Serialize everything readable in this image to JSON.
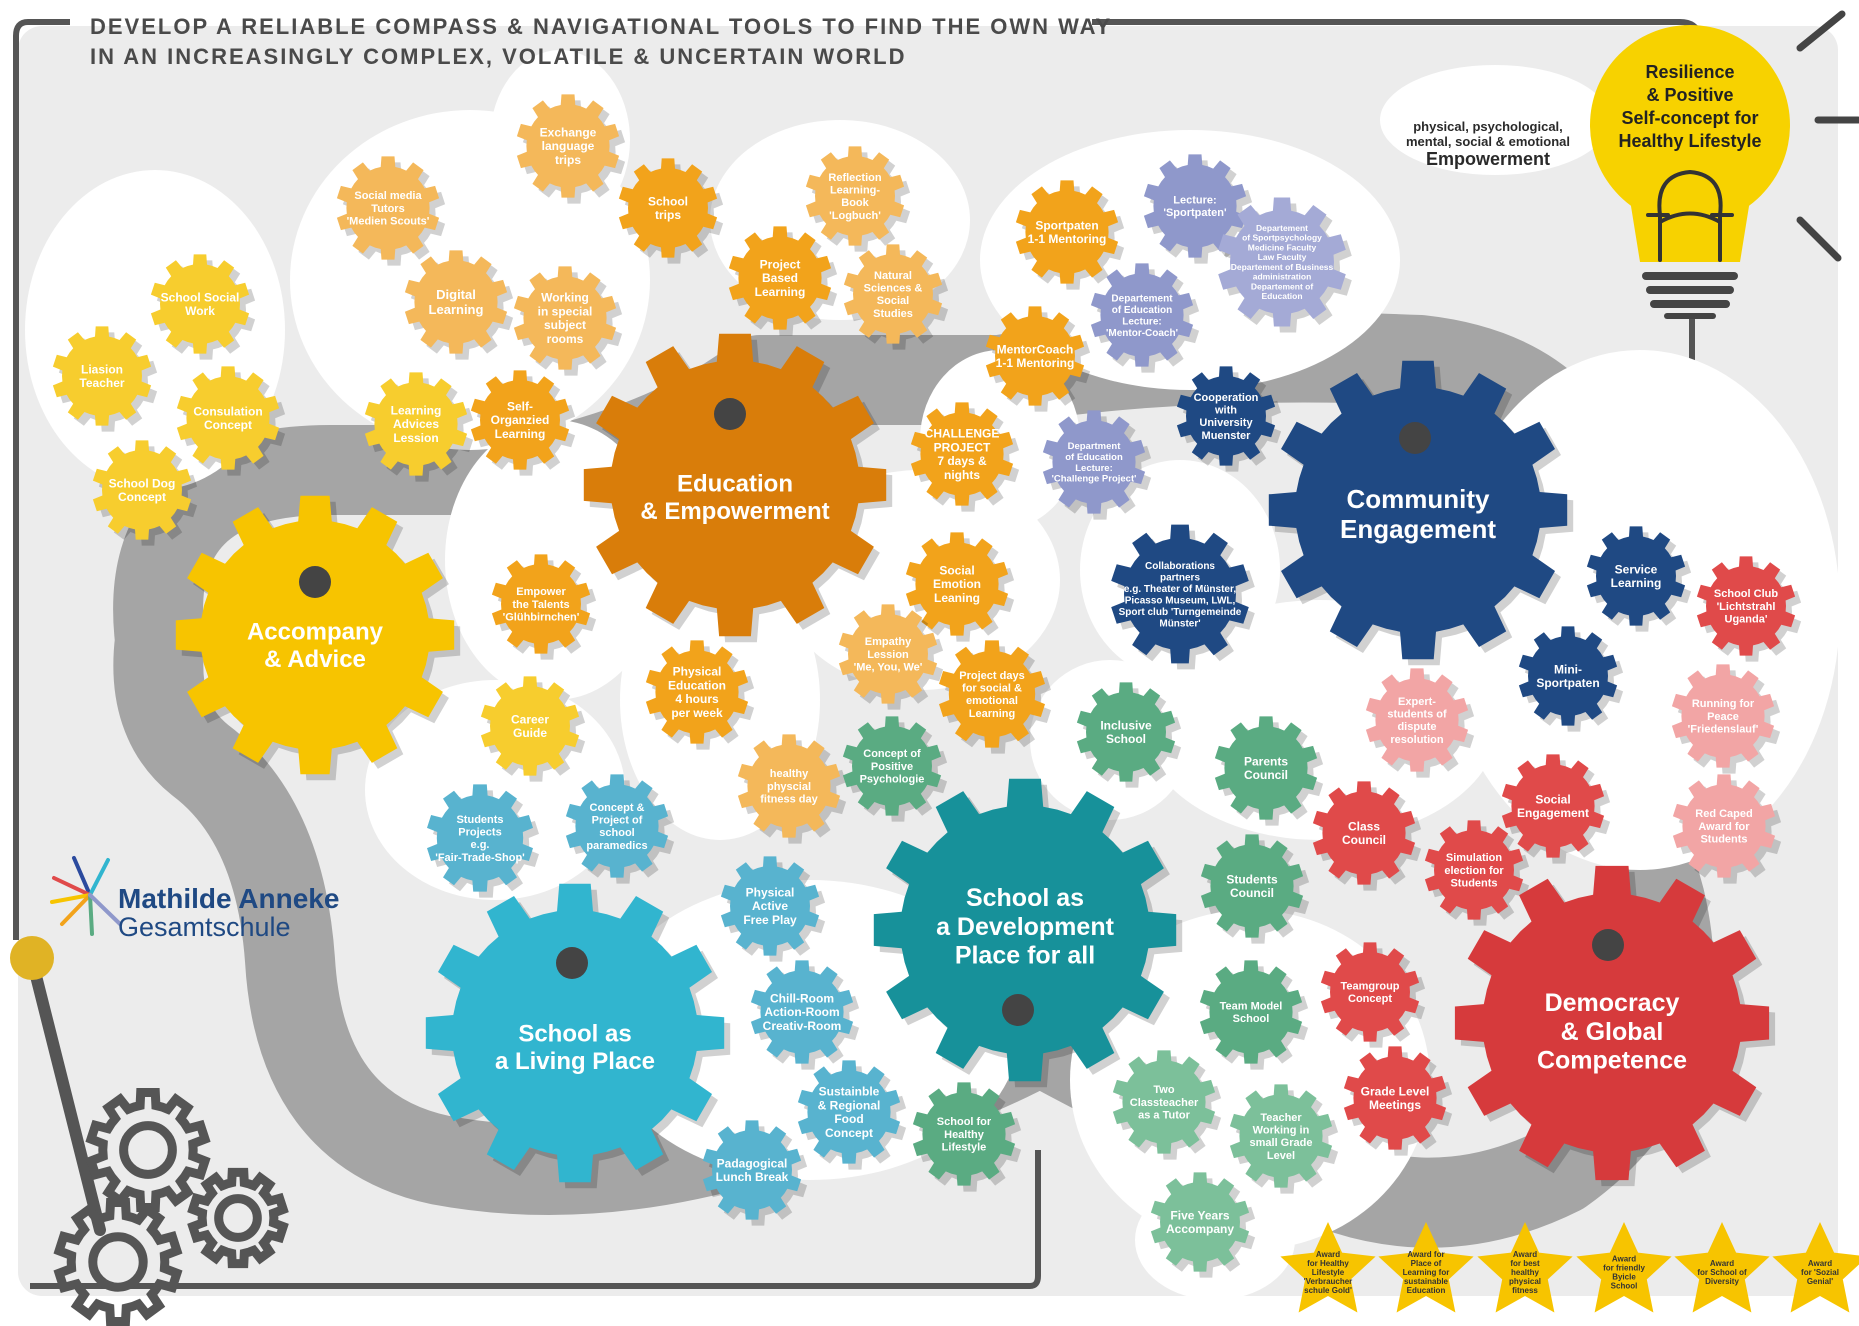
{
  "header": {
    "title_line1": "DEVELOP A RELIABLE COMPASS & NAVIGATIONAL TOOLS TO FIND THE OWN WAY",
    "title_line2": "IN AN INCREASINGLY COMPLEX, VOLATILE & UNCERTAIN WORLD"
  },
  "empowerment_note": {
    "line1": "physical, psychological,",
    "line2": "mental, social & emotional",
    "emphasis": "Empowerment"
  },
  "bulb": {
    "line1": "Resilience",
    "line2": "& Positive",
    "line3": "Self-concept for",
    "line4": "Healthy Lifestyle"
  },
  "logo": {
    "name_line1": "Mathilde Anneke",
    "name_line2": "Gesamtschule"
  },
  "main_gears": [
    {
      "id": "accompany",
      "lines": [
        "Accompany",
        "& Advice"
      ],
      "color": "#f7c400"
    },
    {
      "id": "education",
      "lines": [
        "Education",
        "& Empowerment"
      ],
      "color": "#d97d0a"
    },
    {
      "id": "community",
      "lines": [
        "Community",
        "Engagement"
      ],
      "color": "#1f4983"
    },
    {
      "id": "living",
      "lines": [
        "School as",
        "a Living Place"
      ],
      "color": "#31b5cf"
    },
    {
      "id": "development",
      "lines": [
        "School as",
        "a Development",
        "Place for all"
      ],
      "color": "#17919a"
    },
    {
      "id": "democracy",
      "lines": [
        "Democracy",
        "& Global",
        "Competence"
      ],
      "color": "#d63a3c"
    }
  ],
  "small_gears": [
    {
      "lines": [
        "Liasion",
        "Teacher"
      ],
      "color": "#f7cd2e"
    },
    {
      "lines": [
        "School Social",
        "Work"
      ],
      "color": "#f7cd2e"
    },
    {
      "lines": [
        "Consulation",
        "Concept"
      ],
      "color": "#f7cd2e"
    },
    {
      "lines": [
        "School Dog",
        "Concept"
      ],
      "color": "#f7cd2e"
    },
    {
      "lines": [
        "Social media",
        "Tutors",
        "'Medien Scouts'"
      ],
      "color": "#f4b85a"
    },
    {
      "lines": [
        "Digital",
        "Learning"
      ],
      "color": "#f4b85a"
    },
    {
      "lines": [
        "Working",
        "in special",
        "subject",
        "rooms"
      ],
      "color": "#f4b85a"
    },
    {
      "lines": [
        "Exchange",
        "language",
        "trips"
      ],
      "color": "#f4b85a"
    },
    {
      "lines": [
        "School",
        "trips"
      ],
      "color": "#f2a31b"
    },
    {
      "lines": [
        "Learning",
        "Advices",
        "Lession"
      ],
      "color": "#f7cd2e"
    },
    {
      "lines": [
        "Self-",
        "Organzied",
        "Learning"
      ],
      "color": "#f2a31b"
    },
    {
      "lines": [
        "Reflection",
        "Learning-",
        "Book",
        "'Logbuch'"
      ],
      "color": "#f4b85a"
    },
    {
      "lines": [
        "Project",
        "Based",
        "Learning"
      ],
      "color": "#f2a31b"
    },
    {
      "lines": [
        "Natural",
        "Sciences &",
        "Social",
        "Studies"
      ],
      "color": "#f4b85a"
    },
    {
      "lines": [
        "Sportpaten",
        "1-1 Mentoring"
      ],
      "color": "#f2a31b"
    },
    {
      "lines": [
        "MentorCoach",
        "1-1 Mentoring"
      ],
      "color": "#f2a31b"
    },
    {
      "lines": [
        "CHALLENGE",
        "PROJECT",
        "7 days &",
        "nights"
      ],
      "color": "#f2a31b"
    },
    {
      "lines": [
        "Lecture:",
        "'Sportpaten'"
      ],
      "color": "#8f98cb"
    },
    {
      "lines": [
        "Departement",
        "of Sportpsychology",
        "Medicine Faculty",
        "Law Faculty",
        "Departement of Business",
        "administration",
        "Departement of",
        "Education"
      ],
      "color": "#a4aad6"
    },
    {
      "lines": [
        "Departement",
        "of Education",
        "Lecture:",
        "'Mentor-Coach'"
      ],
      "color": "#8f98cb"
    },
    {
      "lines": [
        "Cooperation",
        "with",
        "University",
        "Muenster"
      ],
      "color": "#1f4983"
    },
    {
      "lines": [
        "Department",
        "of Education",
        "Lecture:",
        "'Challenge Project'"
      ],
      "color": "#8f98cb"
    },
    {
      "lines": [
        "Collaborations",
        "partners",
        "e.g. Theater of Münster,",
        "Picasso Museum, LWL,",
        "Sport club 'Turngemeinde",
        "Münster'"
      ],
      "color": "#1f4983"
    },
    {
      "lines": [
        "Empower",
        "the Talents",
        "'Glühbirnchen'"
      ],
      "color": "#f2a31b"
    },
    {
      "lines": [
        "Career",
        "Guide"
      ],
      "color": "#f7cd2e"
    },
    {
      "lines": [
        "Social",
        "Emotion",
        "Leaning"
      ],
      "color": "#f2a31b"
    },
    {
      "lines": [
        "Empathy",
        "Lession",
        "'Me, You, We'"
      ],
      "color": "#f4b85a"
    },
    {
      "lines": [
        "Project days",
        "for social &",
        "emotional",
        "Learning"
      ],
      "color": "#f2a31b"
    },
    {
      "lines": [
        "Physical",
        "Education",
        "4 hours",
        "per week"
      ],
      "color": "#f2a31b"
    },
    {
      "lines": [
        "healthy",
        "physcial",
        "fitness day"
      ],
      "color": "#f4b85a"
    },
    {
      "lines": [
        "Concept of",
        "Positive",
        "Psychologie"
      ],
      "color": "#5aab82"
    },
    {
      "lines": [
        "Inclusive",
        "School"
      ],
      "color": "#5aab82"
    },
    {
      "lines": [
        "Students",
        "Projects",
        "e.g.",
        "'Fair-Trade-Shop'"
      ],
      "color": "#58b3cf"
    },
    {
      "lines": [
        "Concept &",
        "Project of",
        "school",
        "paramedics"
      ],
      "color": "#58b3cf"
    },
    {
      "lines": [
        "Physical",
        "Active",
        "Free Play"
      ],
      "color": "#58b3cf"
    },
    {
      "lines": [
        "Chill-Room",
        "Action-Room",
        "Creativ-Room"
      ],
      "color": "#58b3cf"
    },
    {
      "lines": [
        "Sustainble",
        "& Regional",
        "Food",
        "Concept"
      ],
      "color": "#58b3cf"
    },
    {
      "lines": [
        "Padagogical",
        "Lunch Break"
      ],
      "color": "#58b3cf"
    },
    {
      "lines": [
        "School for",
        "Healthy",
        "Lifestyle"
      ],
      "color": "#5aab82"
    },
    {
      "lines": [
        "Service",
        "Learning"
      ],
      "color": "#1f4983"
    },
    {
      "lines": [
        "School Club",
        "'Lichtstrahl",
        "Uganda'"
      ],
      "color": "#e04a4a"
    },
    {
      "lines": [
        "Mini-",
        "Sportpaten"
      ],
      "color": "#1f4983"
    },
    {
      "lines": [
        "Expert-",
        "students of",
        "dispute",
        "resolution"
      ],
      "color": "#f2a5a5"
    },
    {
      "lines": [
        "Running for",
        "Peace",
        "'Friedenslauf'"
      ],
      "color": "#f2a5a5"
    },
    {
      "lines": [
        "Parents",
        "Council"
      ],
      "color": "#5aab82"
    },
    {
      "lines": [
        "Class",
        "Council"
      ],
      "color": "#e04a4a"
    },
    {
      "lines": [
        "Social",
        "Engagement"
      ],
      "color": "#e04a4a"
    },
    {
      "lines": [
        "Red Caped",
        "Award for",
        "Students"
      ],
      "color": "#f2a5a5"
    },
    {
      "lines": [
        "Students",
        "Council"
      ],
      "color": "#5aab82"
    },
    {
      "lines": [
        "Simulation",
        "election for",
        "Students"
      ],
      "color": "#e04a4a"
    },
    {
      "lines": [
        "Team Model",
        "School"
      ],
      "color": "#5aab82"
    },
    {
      "lines": [
        "Teamgroup",
        "Concept"
      ],
      "color": "#e04a4a"
    },
    {
      "lines": [
        "Two",
        "Classteacher",
        "as a Tutor"
      ],
      "color": "#7cc09a"
    },
    {
      "lines": [
        "Teacher",
        "Working in",
        "small Grade",
        "Level"
      ],
      "color": "#7cc09a"
    },
    {
      "lines": [
        "Grade Level",
        "Meetings"
      ],
      "color": "#e04a4a"
    },
    {
      "lines": [
        "Five Years",
        "Accompany"
      ],
      "color": "#7cc09a"
    }
  ],
  "awards": [
    {
      "lines": [
        "Award",
        "for Healthy",
        "Lifestyle",
        "'Verbraucher",
        "schule Gold'"
      ]
    },
    {
      "lines": [
        "Award for",
        "Place of",
        "Learning for",
        "sustainable",
        "Education"
      ]
    },
    {
      "lines": [
        "Award",
        "for best",
        "healthy",
        "physical",
        "fitness"
      ]
    },
    {
      "lines": [
        "Award",
        "for friendly",
        "Byicle",
        "School"
      ]
    },
    {
      "lines": [
        "Award",
        "for School of",
        "Diversity"
      ]
    },
    {
      "lines": [
        "Award",
        "for 'Sozial",
        "Genial'"
      ]
    }
  ],
  "colors": {
    "background": "#ececec",
    "frame": "#555555",
    "track": "#a5a5a5",
    "bubble": "#ffffff",
    "star": "#f7c400",
    "bulb": "#f7d200"
  }
}
